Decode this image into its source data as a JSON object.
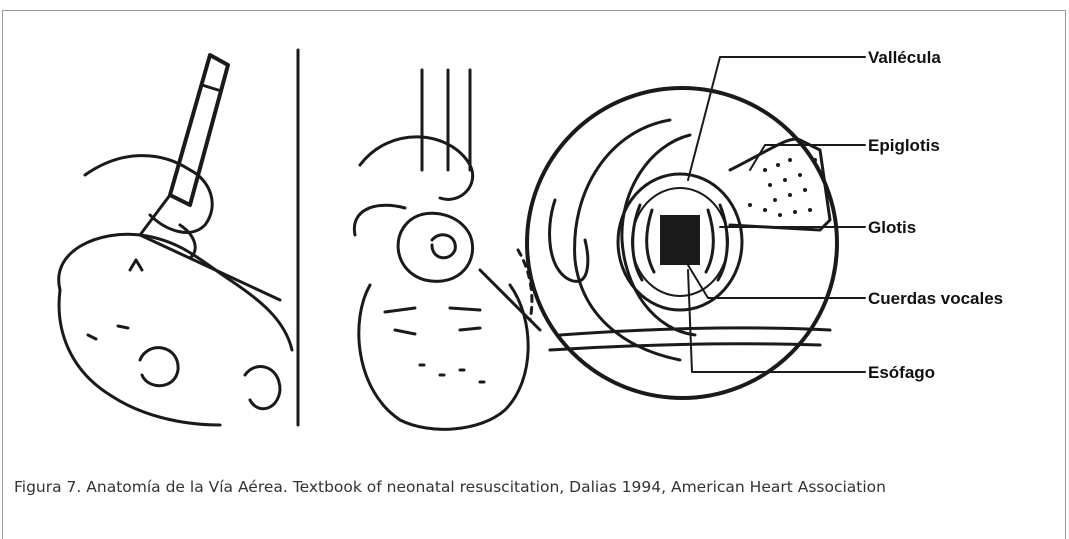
{
  "figure": {
    "labels": {
      "vallecula": "Vallécula",
      "epiglotis": "Epiglotis",
      "glotis": "Glotis",
      "cuerdas_vocales": "Cuerdas vocales",
      "esofago": "Esófago"
    },
    "caption": "Figura 7. Anatomía de la Vía Aérea. Textbook of neonatal resuscitation, Dalias 1994, American Heart Association"
  }
}
